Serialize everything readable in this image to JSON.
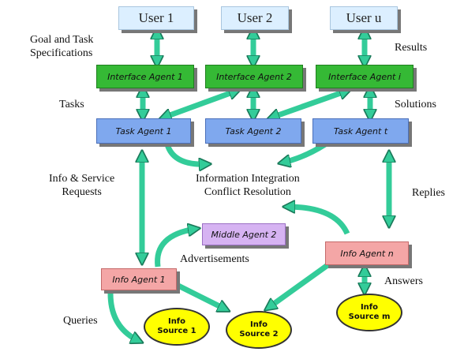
{
  "colors": {
    "arrow": "#33cc99",
    "arrow_outline": "#1a7a5a",
    "user_box": "#dcefff",
    "interface_agent": "#35b935",
    "task_agent": "#7fa8ee",
    "middle_agent": "#d6b3f2",
    "info_agent": "#f4a6a6",
    "info_source": "#ffff00"
  },
  "users": [
    "User 1",
    "User 2",
    "User u"
  ],
  "interface_agents": [
    "Interface Agent 1",
    "Interface Agent 2",
    "Interface Agent i"
  ],
  "task_agents": [
    "Task Agent 1",
    "Task Agent 2",
    "Task Agent t"
  ],
  "middle_agent": "Middle Agent 2",
  "info_agents": [
    "Info Agent 1",
    "Info Agent n"
  ],
  "info_sources": [
    {
      "line1": "Info",
      "line2": "Source 1"
    },
    {
      "line1": "Info",
      "line2": "Source 2"
    },
    {
      "line1": "Info",
      "line2": "Source m"
    }
  ],
  "labels": {
    "goal_line1": "Goal and Task",
    "goal_line2": "Specifications",
    "results": "Results",
    "tasks": "Tasks",
    "solutions": "Solutions",
    "info_service_line1": "Info & Service",
    "info_service_line2": "Requests",
    "integration_line1": "Information Integration",
    "integration_line2": "Conflict Resolution",
    "replies": "Replies",
    "advertisements": "Advertisements",
    "answers": "Answers",
    "queries": "Queries"
  }
}
